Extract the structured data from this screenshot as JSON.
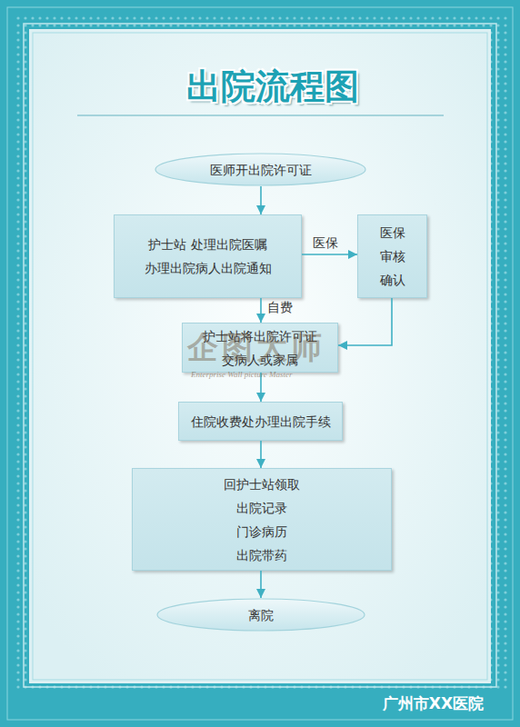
{
  "diagram": {
    "title": "出院流程图",
    "caption": "广州市XX医院",
    "nodes": [
      {
        "text": [
          "医师开出院许可证"
        ]
      },
      {
        "text": [
          "护士站 处理出院医嘱 办理出院病人出院通知"
        ]
      },
      {
        "text": [
          "医保 审核 确认"
        ]
      },
      {
        "text": [
          "护士站将出院许可证 交病人或家属"
        ]
      },
      {
        "text": [
          "住院收费处办理出院手续"
        ]
      },
      {
        "text": [
          "回护士站领取 出院记录 门诊病历 出院带药"
        ]
      },
      {
        "text": [
          "离院"
        ]
      }
    ],
    "edges": [
      {
        "from": 0,
        "to": 1,
        "arrow": "to"
      },
      {
        "from": 1,
        "to": 2,
        "label": "医保",
        "arrow": "to"
      },
      {
        "from": 1,
        "to": 3,
        "label": "自费",
        "arrow": "to"
      },
      {
        "from": 2,
        "to": 3,
        "arrow": "to"
      },
      {
        "from": 3,
        "to": 4,
        "arrow": "to"
      },
      {
        "from": 4,
        "to": 5,
        "arrow": "to"
      },
      {
        "from": 5,
        "to": 6,
        "arrow": "to"
      }
    ],
    "labels": [
      "企图大师",
      "Enterprise Wall picture Master"
    ]
  }
}
